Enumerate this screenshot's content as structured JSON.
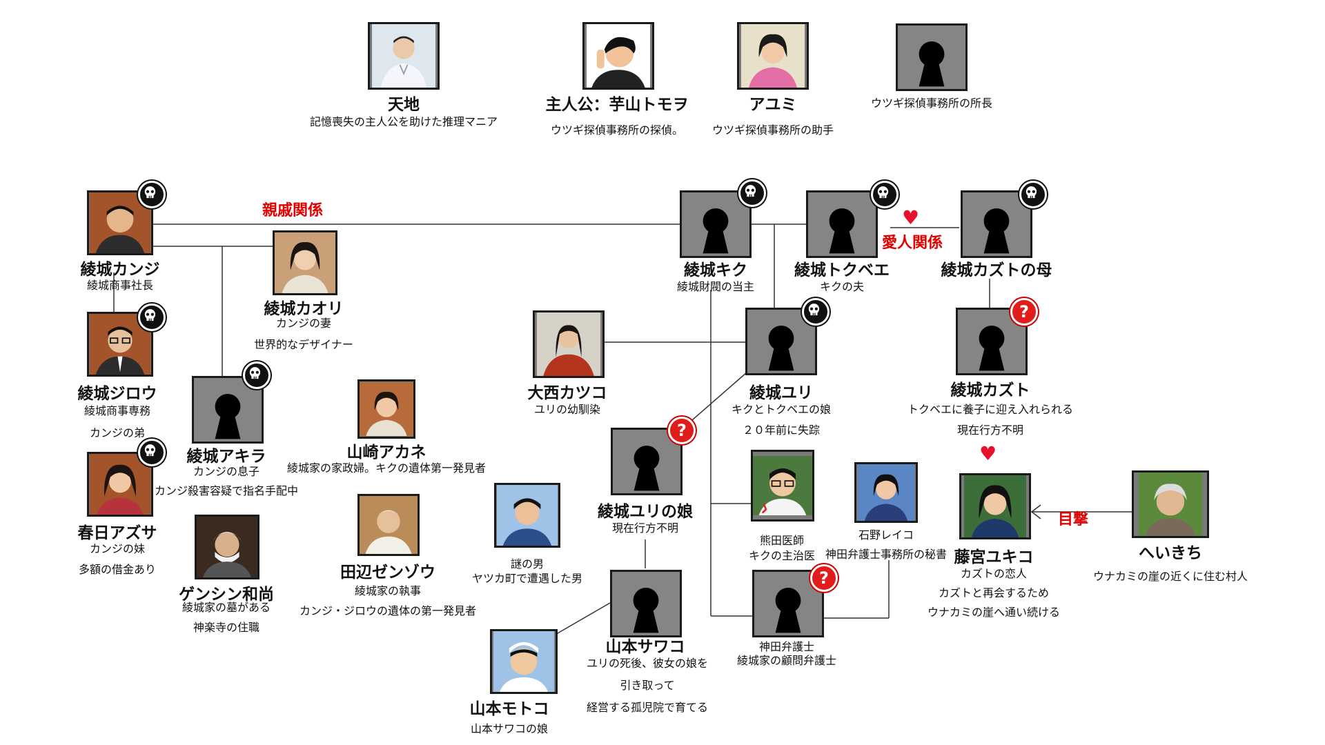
{
  "relations": {
    "kinship": "親戚関係",
    "lover": "愛人関係",
    "witness": "目撃"
  },
  "characters": {
    "tenchi": {
      "name": "天地",
      "desc1": "記憶喪失の主人公を助けた推理マニア"
    },
    "tomowo": {
      "name": "主人公：芋山トモヲ",
      "desc1": "ウツギ探偵事務所の探偵。"
    },
    "ayumi": {
      "name": "アユミ",
      "desc1": "ウツギ探偵事務所の助手"
    },
    "shocho": {
      "desc1": "ウツギ探偵事務所の所長"
    },
    "kanji": {
      "name": "綾城カンジ",
      "desc1": "綾城商事社長"
    },
    "kaori": {
      "name": "綾城カオリ",
      "desc1": "カンジの妻",
      "desc2": "世界的なデザイナー"
    },
    "jiro": {
      "name": "綾城ジロウ",
      "desc1": "綾城商事専務",
      "desc2": "カンジの弟"
    },
    "akira": {
      "name": "綾城アキラ",
      "desc1": "カンジの息子",
      "desc2": "カンジ殺害容疑で指名手配中"
    },
    "azusa": {
      "name": "春日アズサ",
      "desc1": "カンジの妹",
      "desc2": "多額の借金あり"
    },
    "akane": {
      "name": "山崎アカネ",
      "desc1": "綾城家の家政婦。キクの遺体第一発見者"
    },
    "genshin": {
      "name": "ゲンシン和尚",
      "desc1": "綾城家の墓がある",
      "desc2": "神楽寺の住職"
    },
    "zenzo": {
      "name": "田辺ゼンゾウ",
      "desc1": "綾城家の執事",
      "desc2": "カンジ・ジロウの遺体の第一発見者"
    },
    "nazo": {
      "desc1": "謎の男",
      "desc2": "ヤツカ町で遭遇した男"
    },
    "kiku": {
      "name": "綾城キク",
      "desc1": "綾城財閥の当主"
    },
    "tokubee": {
      "name": "綾城トクベエ",
      "desc1": "キクの夫"
    },
    "kazuto_haha": {
      "name": "綾城カズトの母"
    },
    "katsuko": {
      "name": "大西カツコ",
      "desc1": "ユリの幼馴染"
    },
    "yuri": {
      "name": "綾城ユリ",
      "desc1": "キクとトクベエの娘",
      "desc2": "２０年前に失踪"
    },
    "kazuto": {
      "name": "綾城カズト",
      "desc1": "トクベエに養子に迎え入れられる",
      "desc2": "現在行方不明"
    },
    "yuri_musume": {
      "name": "綾城ユリの娘",
      "desc1": "現在行方不明"
    },
    "kumada": {
      "desc1": "熊田医師",
      "desc2": "キクの主治医"
    },
    "reiko": {
      "desc1": "石野レイコ",
      "desc2": "神田弁護士事務所の秘書"
    },
    "kanda": {
      "desc1": "神田弁護士",
      "desc2": "綾城家の顧問弁護士"
    },
    "sawako": {
      "name": "山本サワコ",
      "desc1": "ユリの死後、彼女の娘を",
      "desc2": "引き取って",
      "desc3": "経営する孤児院で育てる"
    },
    "motoko": {
      "name": "山本モトコ",
      "desc1": "山本サワコの娘"
    },
    "yukiko": {
      "name": "藤宮ユキコ",
      "desc1": "カズトの恋人",
      "desc2": "カズトと再会するため",
      "desc3": "ウナカミの崖へ通い続ける"
    },
    "heikichi": {
      "name": "へいきち",
      "desc1": "ウナカミの崖の近くに住む村人"
    }
  },
  "portrait_colors": {
    "background_silhouette": "#858585",
    "skull_badge": "#111111",
    "question_badge": "#e21b1b",
    "relation_text": "#e00000"
  }
}
